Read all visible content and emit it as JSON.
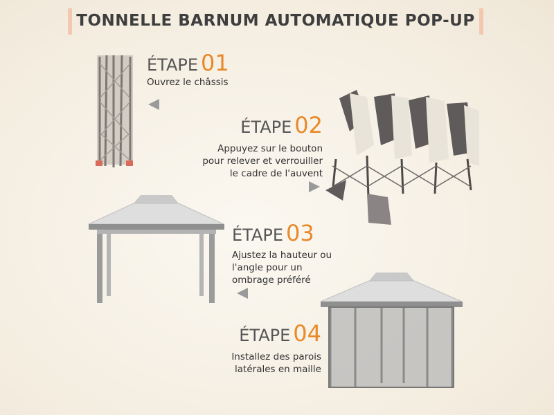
{
  "title": "TONNELLE BARNUM AUTOMATIQUE POP-UP",
  "steps": [
    {
      "label": "ÉTAPE",
      "number": "01",
      "lines": [
        "Ouvrez le châssis"
      ]
    },
    {
      "label": "ÉTAPE",
      "number": "02",
      "lines": [
        "Appuyez sur le bouton",
        "pour relever et verrouiller",
        "le cadre de l'auvent"
      ]
    },
    {
      "label": "ÉTAPE",
      "number": "03",
      "lines": [
        "Ajustez la hauteur ou",
        "l'angle pour un",
        "ombrage préféré"
      ]
    },
    {
      "label": "ÉTAPE",
      "number": "04",
      "lines": [
        "Installez des parois",
        "latérales en maille"
      ]
    }
  ],
  "colors": {
    "accent": "#e8892a",
    "heading": "#3e3e3e",
    "arrow": "#9a9a9a",
    "title_bars": "#f2c9b0"
  }
}
